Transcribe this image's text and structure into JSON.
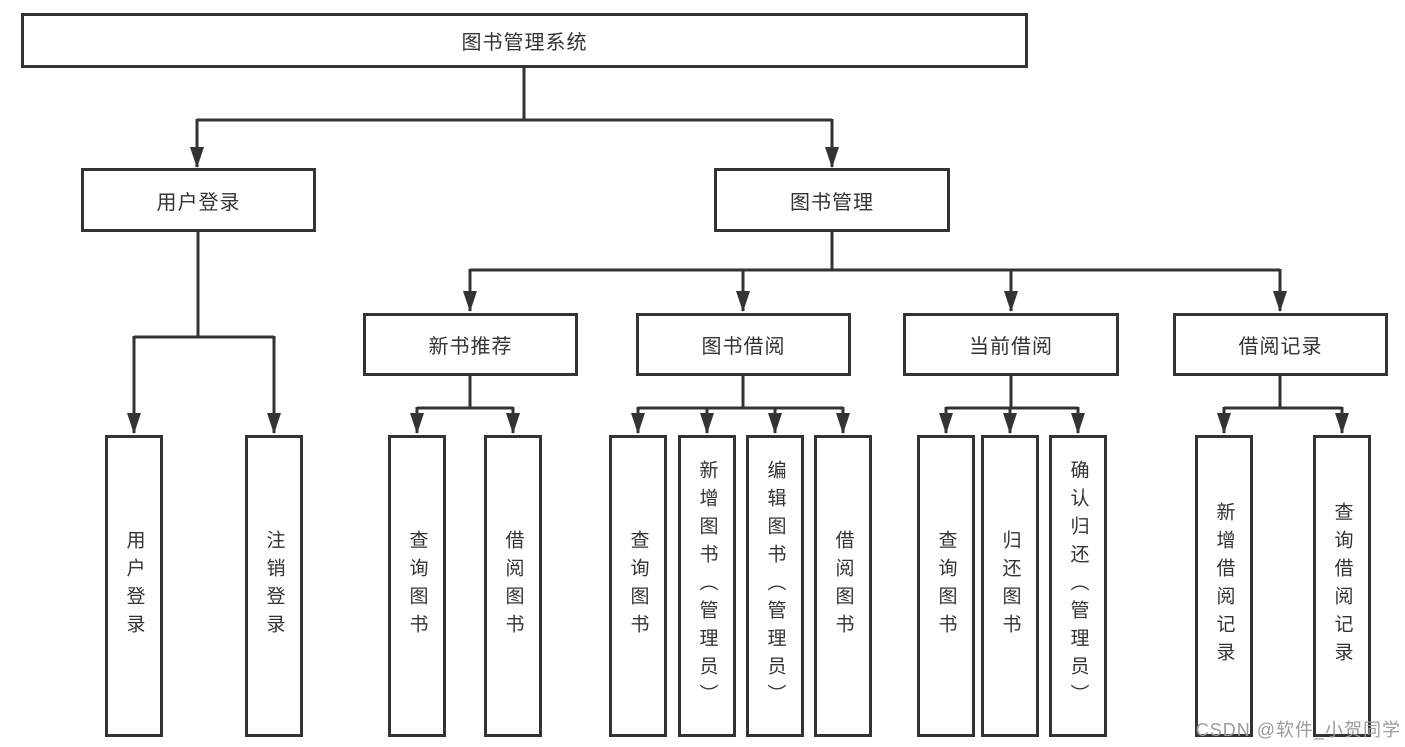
{
  "watermark": "CSDN @软件_小贺同学",
  "colors": {
    "line": "#333333",
    "box_border": "#333333",
    "text": "#333333",
    "watermark": "#9b9b9b",
    "background": "#ffffff"
  },
  "tree": {
    "root": {
      "label": "图书管理系统"
    },
    "branches": [
      {
        "label": "用户登录",
        "children": [
          {
            "label": "用户登录"
          },
          {
            "label": "注销登录"
          }
        ]
      },
      {
        "label": "图书管理",
        "children": [
          {
            "label": "新书推荐",
            "children": [
              {
                "label": "查询图书"
              },
              {
                "label": "借阅图书"
              }
            ]
          },
          {
            "label": "图书借阅",
            "children": [
              {
                "label": "查询图书"
              },
              {
                "label": "新增图书（管理员）"
              },
              {
                "label": "编辑图书（管理员）"
              },
              {
                "label": "借阅图书"
              }
            ]
          },
          {
            "label": "当前借阅",
            "children": [
              {
                "label": "查询图书"
              },
              {
                "label": "归还图书"
              },
              {
                "label": "确认归还（管理员）"
              }
            ]
          },
          {
            "label": "借阅记录",
            "children": [
              {
                "label": "新增借阅记录"
              },
              {
                "label": "查询借阅记录"
              }
            ]
          }
        ]
      }
    ]
  }
}
